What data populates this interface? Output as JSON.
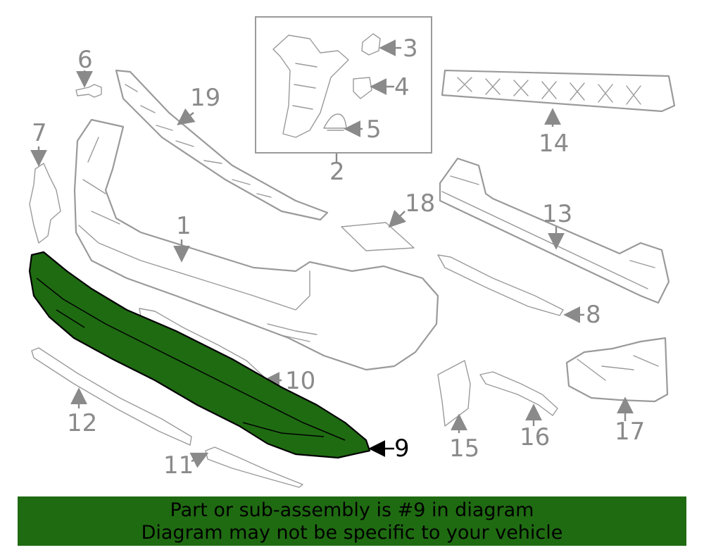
{
  "callouts": {
    "n1": "1",
    "n2": "2",
    "n3": "3",
    "n4": "4",
    "n5": "5",
    "n6": "6",
    "n7": "7",
    "n8": "8",
    "n9": "9",
    "n10": "10",
    "n11": "11",
    "n12": "12",
    "n13": "13",
    "n14": "14",
    "n15": "15",
    "n16": "16",
    "n17": "17",
    "n18": "18",
    "n19": "19"
  },
  "highlight": {
    "part_number": "9",
    "color": "#1f6b12"
  },
  "banner": {
    "line1": "Part or sub-assembly is #9 in diagram",
    "line2": "Diagram may not be specific to your vehicle",
    "background": "#1f6b12"
  }
}
